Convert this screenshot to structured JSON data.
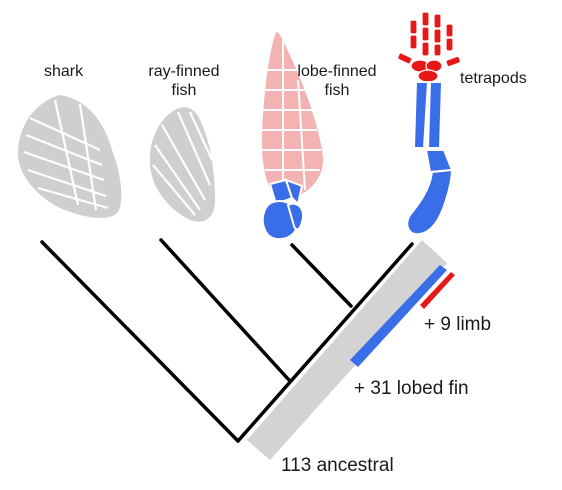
{
  "taxa": {
    "shark": "shark",
    "ray_finned_line1": "ray-finned",
    "ray_finned_line2": "fish",
    "lobe_finned_line1": "lobe-finned",
    "lobe_finned_line2": "fish",
    "tetrapods": "tetrapods"
  },
  "annotations": {
    "limb": "+ 9 limb",
    "lobed_fin": "+ 31 lobed fin",
    "ancestral": "113 ancestral"
  },
  "colors": {
    "ancestral_grey": "#d3d3d3",
    "lobed_fin_blue": "#3a6de8",
    "limb_red": "#e81818",
    "ray_pink": "#f4b3b3",
    "tree_line": "#000000"
  }
}
